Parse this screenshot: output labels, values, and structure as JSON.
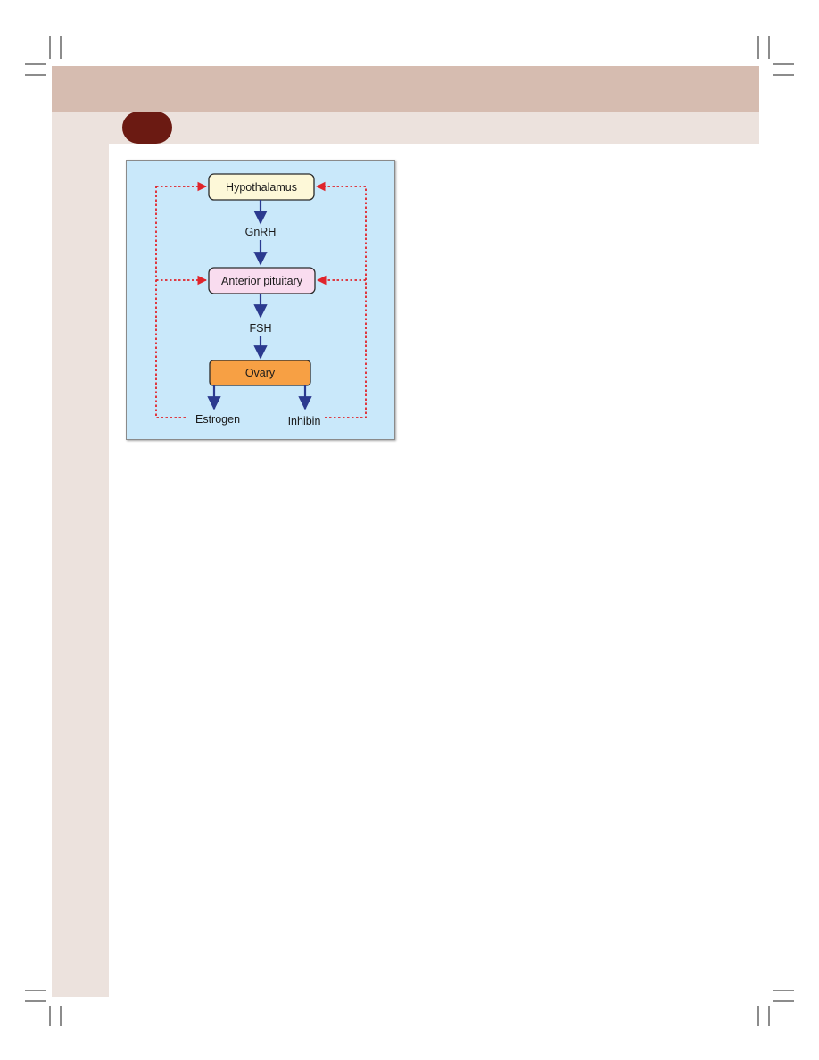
{
  "colors": {
    "header_band": "#d6bcb0",
    "sub_band": "#ece2dd",
    "chapter_tab": "#6b1a12",
    "diagram_background": "#c9e8fa",
    "hypothalamus_fill": "#fdf8d8",
    "pituitary_fill": "#f9dcef",
    "ovary_fill": "#f7a044",
    "stimulatory_arrow": "#2b3a8f",
    "feedback_arrow": "#e0242b"
  },
  "diagram": {
    "nodes": {
      "hypothalamus": "Hypothalamus",
      "anterior_pituitary": "Anterior pituitary",
      "ovary": "Ovary"
    },
    "hormones": {
      "gnrh": "GnRH",
      "fsh": "FSH",
      "estrogen": "Estrogen",
      "inhibin": "Inhibin"
    },
    "edges": [
      {
        "from": "hypothalamus",
        "to": "anterior_pituitary",
        "via": "GnRH",
        "kind": "stimulatory"
      },
      {
        "from": "anterior_pituitary",
        "to": "ovary",
        "via": "FSH",
        "kind": "stimulatory"
      },
      {
        "from": "ovary",
        "to": "estrogen",
        "kind": "stimulatory"
      },
      {
        "from": "ovary",
        "to": "inhibin",
        "kind": "stimulatory"
      },
      {
        "from": "estrogen",
        "to": "hypothalamus",
        "kind": "feedback"
      },
      {
        "from": "estrogen",
        "to": "anterior_pituitary",
        "kind": "feedback"
      },
      {
        "from": "inhibin",
        "to": "hypothalamus",
        "kind": "feedback"
      },
      {
        "from": "inhibin",
        "to": "anterior_pituitary",
        "kind": "feedback"
      }
    ]
  }
}
